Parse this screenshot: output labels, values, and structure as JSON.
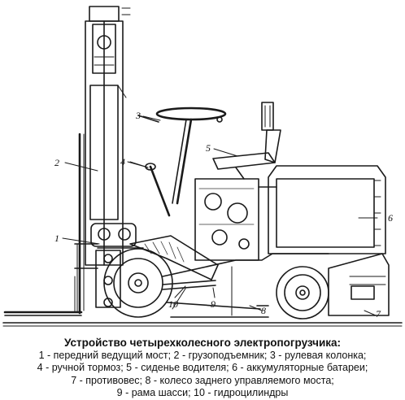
{
  "diagram": {
    "labels": [
      {
        "id": "n1",
        "text": "1"
      },
      {
        "id": "n2",
        "text": "2"
      },
      {
        "id": "n3",
        "text": "3"
      },
      {
        "id": "n4",
        "text": "4"
      },
      {
        "id": "n5",
        "text": "5"
      },
      {
        "id": "n6",
        "text": "6"
      },
      {
        "id": "n7",
        "text": "7"
      },
      {
        "id": "n8",
        "text": "8"
      },
      {
        "id": "n9",
        "text": "9"
      },
      {
        "id": "n10",
        "text": "10"
      }
    ]
  },
  "caption": {
    "title": "Устройство четырехколесного электропогрузчика:",
    "lines": [
      "1 - передний ведущий мост; 2 - грузоподъемник; 3 - рулевая колонка;",
      "4 - ручной тормоз; 5 -  сиденье водителя; 6 - аккумуляторные батареи;",
      "7 - противовес; 8 - колесо заднего управляемого моста;",
      "9 - рама шасси; 10 - гидроцилиндры"
    ]
  }
}
